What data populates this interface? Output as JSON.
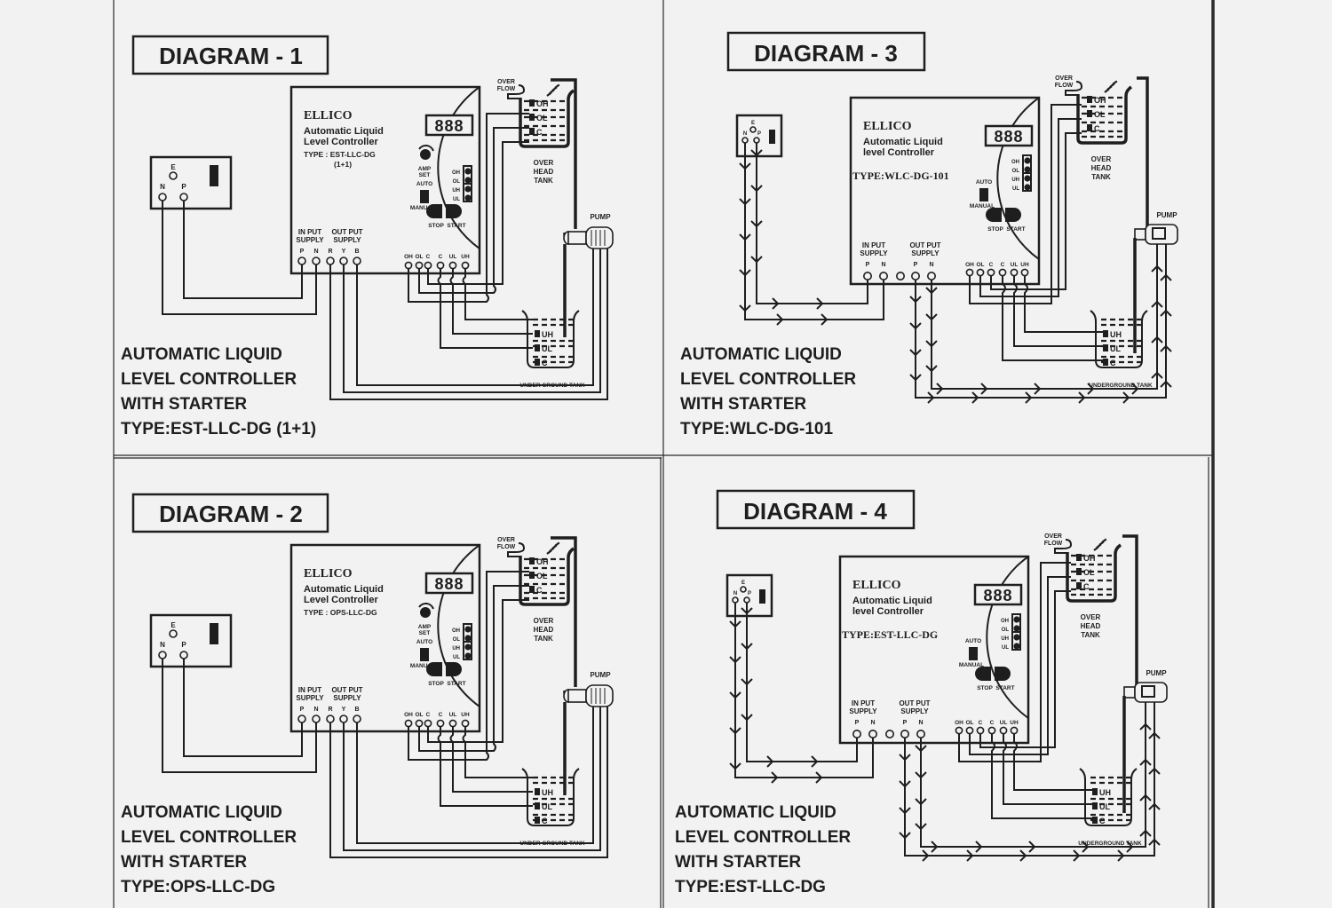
{
  "page": {
    "background": "#f2f2f2",
    "ink": "#1e1e1e"
  },
  "diagrams": [
    {
      "id": "1",
      "heading": "DIAGRAM - 1",
      "variant": "starter-rybo",
      "brand": "ELLICO",
      "product_line1": "Automatic Liquid",
      "product_line2": "Level Controller",
      "type_label": "TYPE : EST-LLC-DG",
      "type_label2": "(1+1)",
      "serif_type": false,
      "has_amp_set": true,
      "amp_label1": "AMP",
      "amp_label2": "SET",
      "auto_label": "AUTO",
      "manual_label": "MANUAL",
      "stop_label": "STOP",
      "start_label": "START",
      "display": "888",
      "indicators": [
        "OH",
        "OL",
        "UH",
        "UL"
      ],
      "input_label1": "IN PUT",
      "input_label2": "SUPPLY",
      "output_label1": "OUT PUT",
      "output_label2": "SUPPLY",
      "supply_terminals": [
        "P",
        "N",
        "R",
        "Y",
        "B"
      ],
      "sensor_terminals": [
        "OH",
        "OL",
        "C",
        "C",
        "UL",
        "UH"
      ],
      "socket_labels": [
        "E",
        "N",
        "P"
      ],
      "overflow_label1": "OVER",
      "overflow_label2": "FLOW",
      "oh_tank_labels": [
        "OH",
        "OL",
        "C"
      ],
      "oh_tank_name": [
        "OVER",
        "HEAD",
        "TANK"
      ],
      "pump_label": "PUMP",
      "ug_tank_labels": [
        "UH",
        "UL",
        "C"
      ],
      "ug_tank_name": "UNDER GROUND TANK",
      "caption": [
        "AUTOMATIC LIQUID",
        "LEVEL CONTROLLER",
        "WITH STARTER",
        "TYPE:EST-LLC-DG (1+1)"
      ]
    },
    {
      "id": "2",
      "heading": "DIAGRAM - 2",
      "variant": "starter-rybo",
      "brand": "ELLICO",
      "product_line1": "Automatic Liquid",
      "product_line2": "Level Controller",
      "type_label": "TYPE : OPS-LLC-DG",
      "type_label2": "",
      "serif_type": false,
      "has_amp_set": true,
      "amp_label1": "AMP",
      "amp_label2": "SET",
      "auto_label": "AUTO",
      "manual_label": "MANUAL",
      "stop_label": "STOP",
      "start_label": "START",
      "display": "888",
      "indicators": [
        "OH",
        "OL",
        "UH",
        "UL"
      ],
      "input_label1": "IN PUT",
      "input_label2": "SUPPLY",
      "output_label1": "OUT PUT",
      "output_label2": "SUPPLY",
      "supply_terminals": [
        "P",
        "N",
        "R",
        "Y",
        "B"
      ],
      "sensor_terminals": [
        "OH",
        "OL",
        "C",
        "C",
        "UL",
        "UH"
      ],
      "socket_labels": [
        "E",
        "N",
        "P"
      ],
      "overflow_label1": "OVER",
      "overflow_label2": "FLOW",
      "oh_tank_labels": [
        "OH",
        "OL",
        "C"
      ],
      "oh_tank_name": [
        "OVER",
        "HEAD",
        "TANK"
      ],
      "pump_label": "PUMP",
      "ug_tank_labels": [
        "UH",
        "UL",
        "C"
      ],
      "ug_tank_name": "UNDER GROUND TANK",
      "caption": [
        "AUTOMATIC LIQUID",
        "LEVEL CONTROLLER",
        "WITH STARTER",
        "TYPE:OPS-LLC-DG"
      ]
    },
    {
      "id": "3",
      "heading": "DIAGRAM - 3",
      "variant": "single-phase",
      "brand": "ELLICO",
      "product_line1": "Automatic Liquid",
      "product_line2": "level Controller",
      "type_label": "TYPE:WLC-DG-101",
      "type_label2": "",
      "serif_type": true,
      "has_amp_set": false,
      "amp_label1": "",
      "amp_label2": "",
      "auto_label": "AUTO",
      "manual_label": "MANUAL",
      "stop_label": "STOP",
      "start_label": "START",
      "display": "888",
      "indicators": [
        "OH",
        "OL",
        "UH",
        "UL"
      ],
      "input_label1": "IN PUT",
      "input_label2": "SUPPLY",
      "output_label1": "OUT PUT",
      "output_label2": "SUPPLY",
      "supply_terminals": [
        "P",
        "N",
        "",
        "P",
        "N"
      ],
      "sensor_terminals": [
        "OH",
        "OL",
        "C",
        "C",
        "UL",
        "UH"
      ],
      "socket_labels": [
        "E",
        "N",
        "P"
      ],
      "overflow_label1": "OVER",
      "overflow_label2": "FLOW",
      "oh_tank_labels": [
        "OH",
        "OL",
        "C"
      ],
      "oh_tank_name": [
        "OVER",
        "HEAD",
        "TANK"
      ],
      "pump_label": "PUMP",
      "ug_tank_labels": [
        "UH",
        "UL",
        "C"
      ],
      "ug_tank_name": "UNDERGROUND TANK",
      "caption": [
        "AUTOMATIC LIQUID",
        "LEVEL CONTROLLER",
        "WITH STARTER",
        "TYPE:WLC-DG-101"
      ]
    },
    {
      "id": "4",
      "heading": "DIAGRAM - 4",
      "variant": "single-phase",
      "brand": "ELLICO",
      "product_line1": "Automatic Liquid",
      "product_line2": "level Controller",
      "type_label": "TYPE:EST-LLC-DG",
      "type_label2": "",
      "serif_type": true,
      "has_amp_set": false,
      "amp_label1": "",
      "amp_label2": "",
      "auto_label": "AUTO",
      "manual_label": "MANUAL",
      "stop_label": "STOP",
      "start_label": "START",
      "display": "888",
      "indicators": [
        "OH",
        "OL",
        "UH",
        "UL"
      ],
      "input_label1": "IN PUT",
      "input_label2": "SUPPLY",
      "output_label1": "OUT PUT",
      "output_label2": "SUPPLY",
      "supply_terminals": [
        "P",
        "N",
        "",
        "P",
        "N"
      ],
      "sensor_terminals": [
        "OH",
        "OL",
        "C",
        "C",
        "UL",
        "UH"
      ],
      "socket_labels": [
        "E",
        "N",
        "P"
      ],
      "overflow_label1": "OVER",
      "overflow_label2": "FLOW",
      "oh_tank_labels": [
        "OH",
        "OL",
        "C"
      ],
      "oh_tank_name": [
        "OVER",
        "HEAD",
        "TANK"
      ],
      "pump_label": "PUMP",
      "ug_tank_labels": [
        "UH",
        "UL",
        "C"
      ],
      "ug_tank_name": "UNDERGROUND TANK",
      "caption": [
        "AUTOMATIC LIQUID",
        "LEVEL CONTROLLER",
        "WITH STARTER",
        "TYPE:EST-LLC-DG"
      ]
    }
  ]
}
